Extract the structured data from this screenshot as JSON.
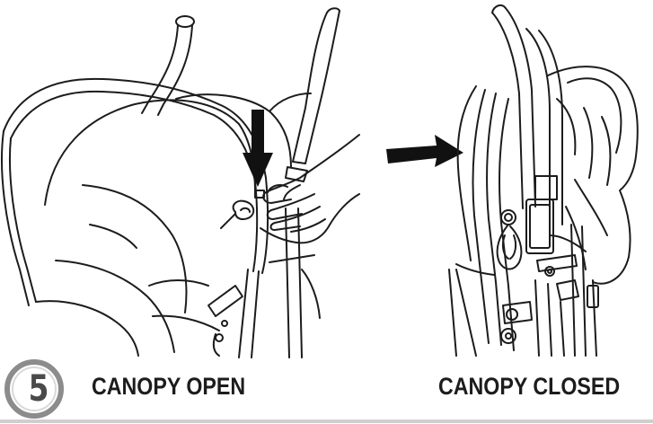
{
  "step": {
    "number": "5",
    "badge_color": "#4a4a4a"
  },
  "captions": {
    "open": "CANOPY OPEN",
    "closed": "CANOPY CLOSED"
  },
  "colors": {
    "ink": "#1c1c1c",
    "arrow": "#111111",
    "rule": "#cfcfcf"
  },
  "figures": {
    "left": "stroller-canopy-open-illustration",
    "right": "stroller-canopy-closed-illustration",
    "press_arrow": "down-arrow-icon",
    "transition_arrow": "right-arrow-icon"
  }
}
